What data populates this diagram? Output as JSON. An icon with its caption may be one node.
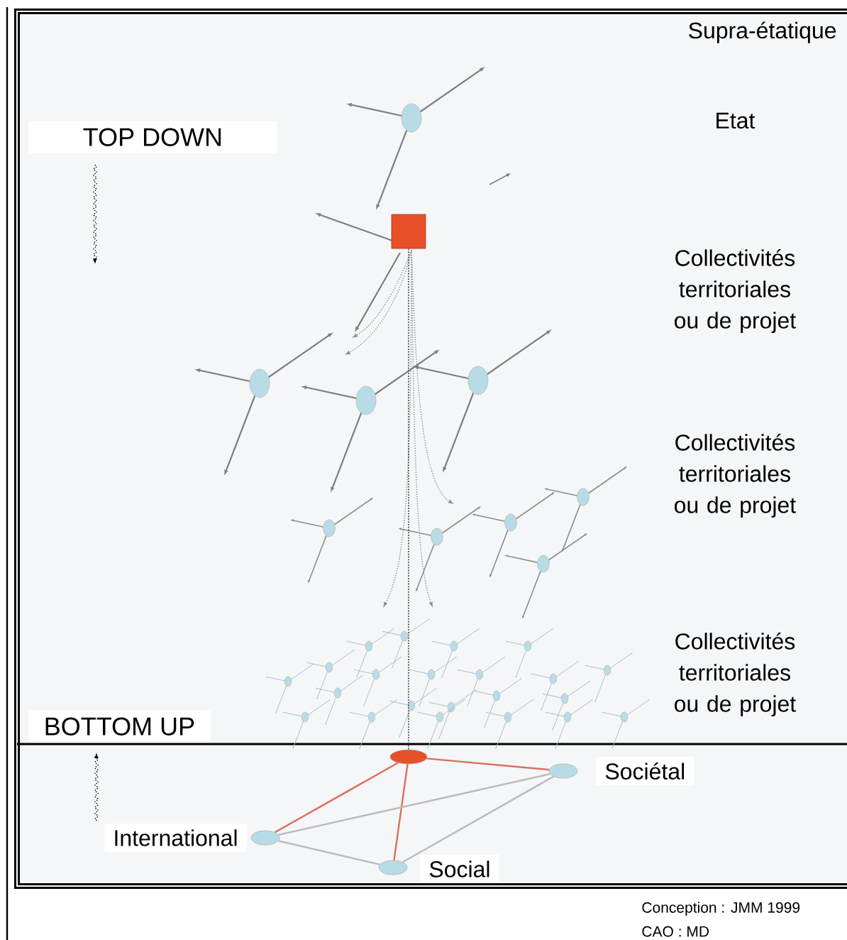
{
  "diagram": {
    "nodes": [
      {
        "text": [],
        "shape": "box"
      },
      {
        "text": [],
        "shape": "ellipse"
      },
      {
        "text": [],
        "shape": "ellipse",
        "beside": [
          "Sociétal"
        ]
      },
      {
        "text": [],
        "shape": "ellipse",
        "beside": [
          "International"
        ]
      },
      {
        "text": [],
        "shape": "ellipse",
        "beside": [
          "Social"
        ]
      }
    ],
    "edges": [
      {
        "from": 0,
        "to": 1,
        "arrow": "none",
        "style": "dashed",
        "color": "#4c4c4c"
      },
      {
        "from": 1,
        "to": 3,
        "arrow": "none",
        "color": "#d9705a"
      },
      {
        "from": 1,
        "to": 4,
        "arrow": "none",
        "color": "#d9705a"
      },
      {
        "from": 1,
        "to": 2,
        "arrow": "none",
        "color": "#d9705a"
      },
      {
        "from": 3,
        "to": 2,
        "arrow": "none",
        "color": "#bababa"
      },
      {
        "from": 3,
        "to": 4,
        "arrow": "none",
        "color": "#bababa"
      },
      {
        "from": 4,
        "to": 2,
        "arrow": "none",
        "color": "#bababa"
      }
    ],
    "labels": [
      "Supra-étatique",
      "TOP DOWN",
      "Etat",
      "Collectivités territoriales ou de projet",
      "Collectivités territoriales ou de projet",
      "Collectivités territoriales ou de projet",
      "BOTTOM UP",
      "Conception : JMM 1999",
      "CAO : MD"
    ]
  }
}
